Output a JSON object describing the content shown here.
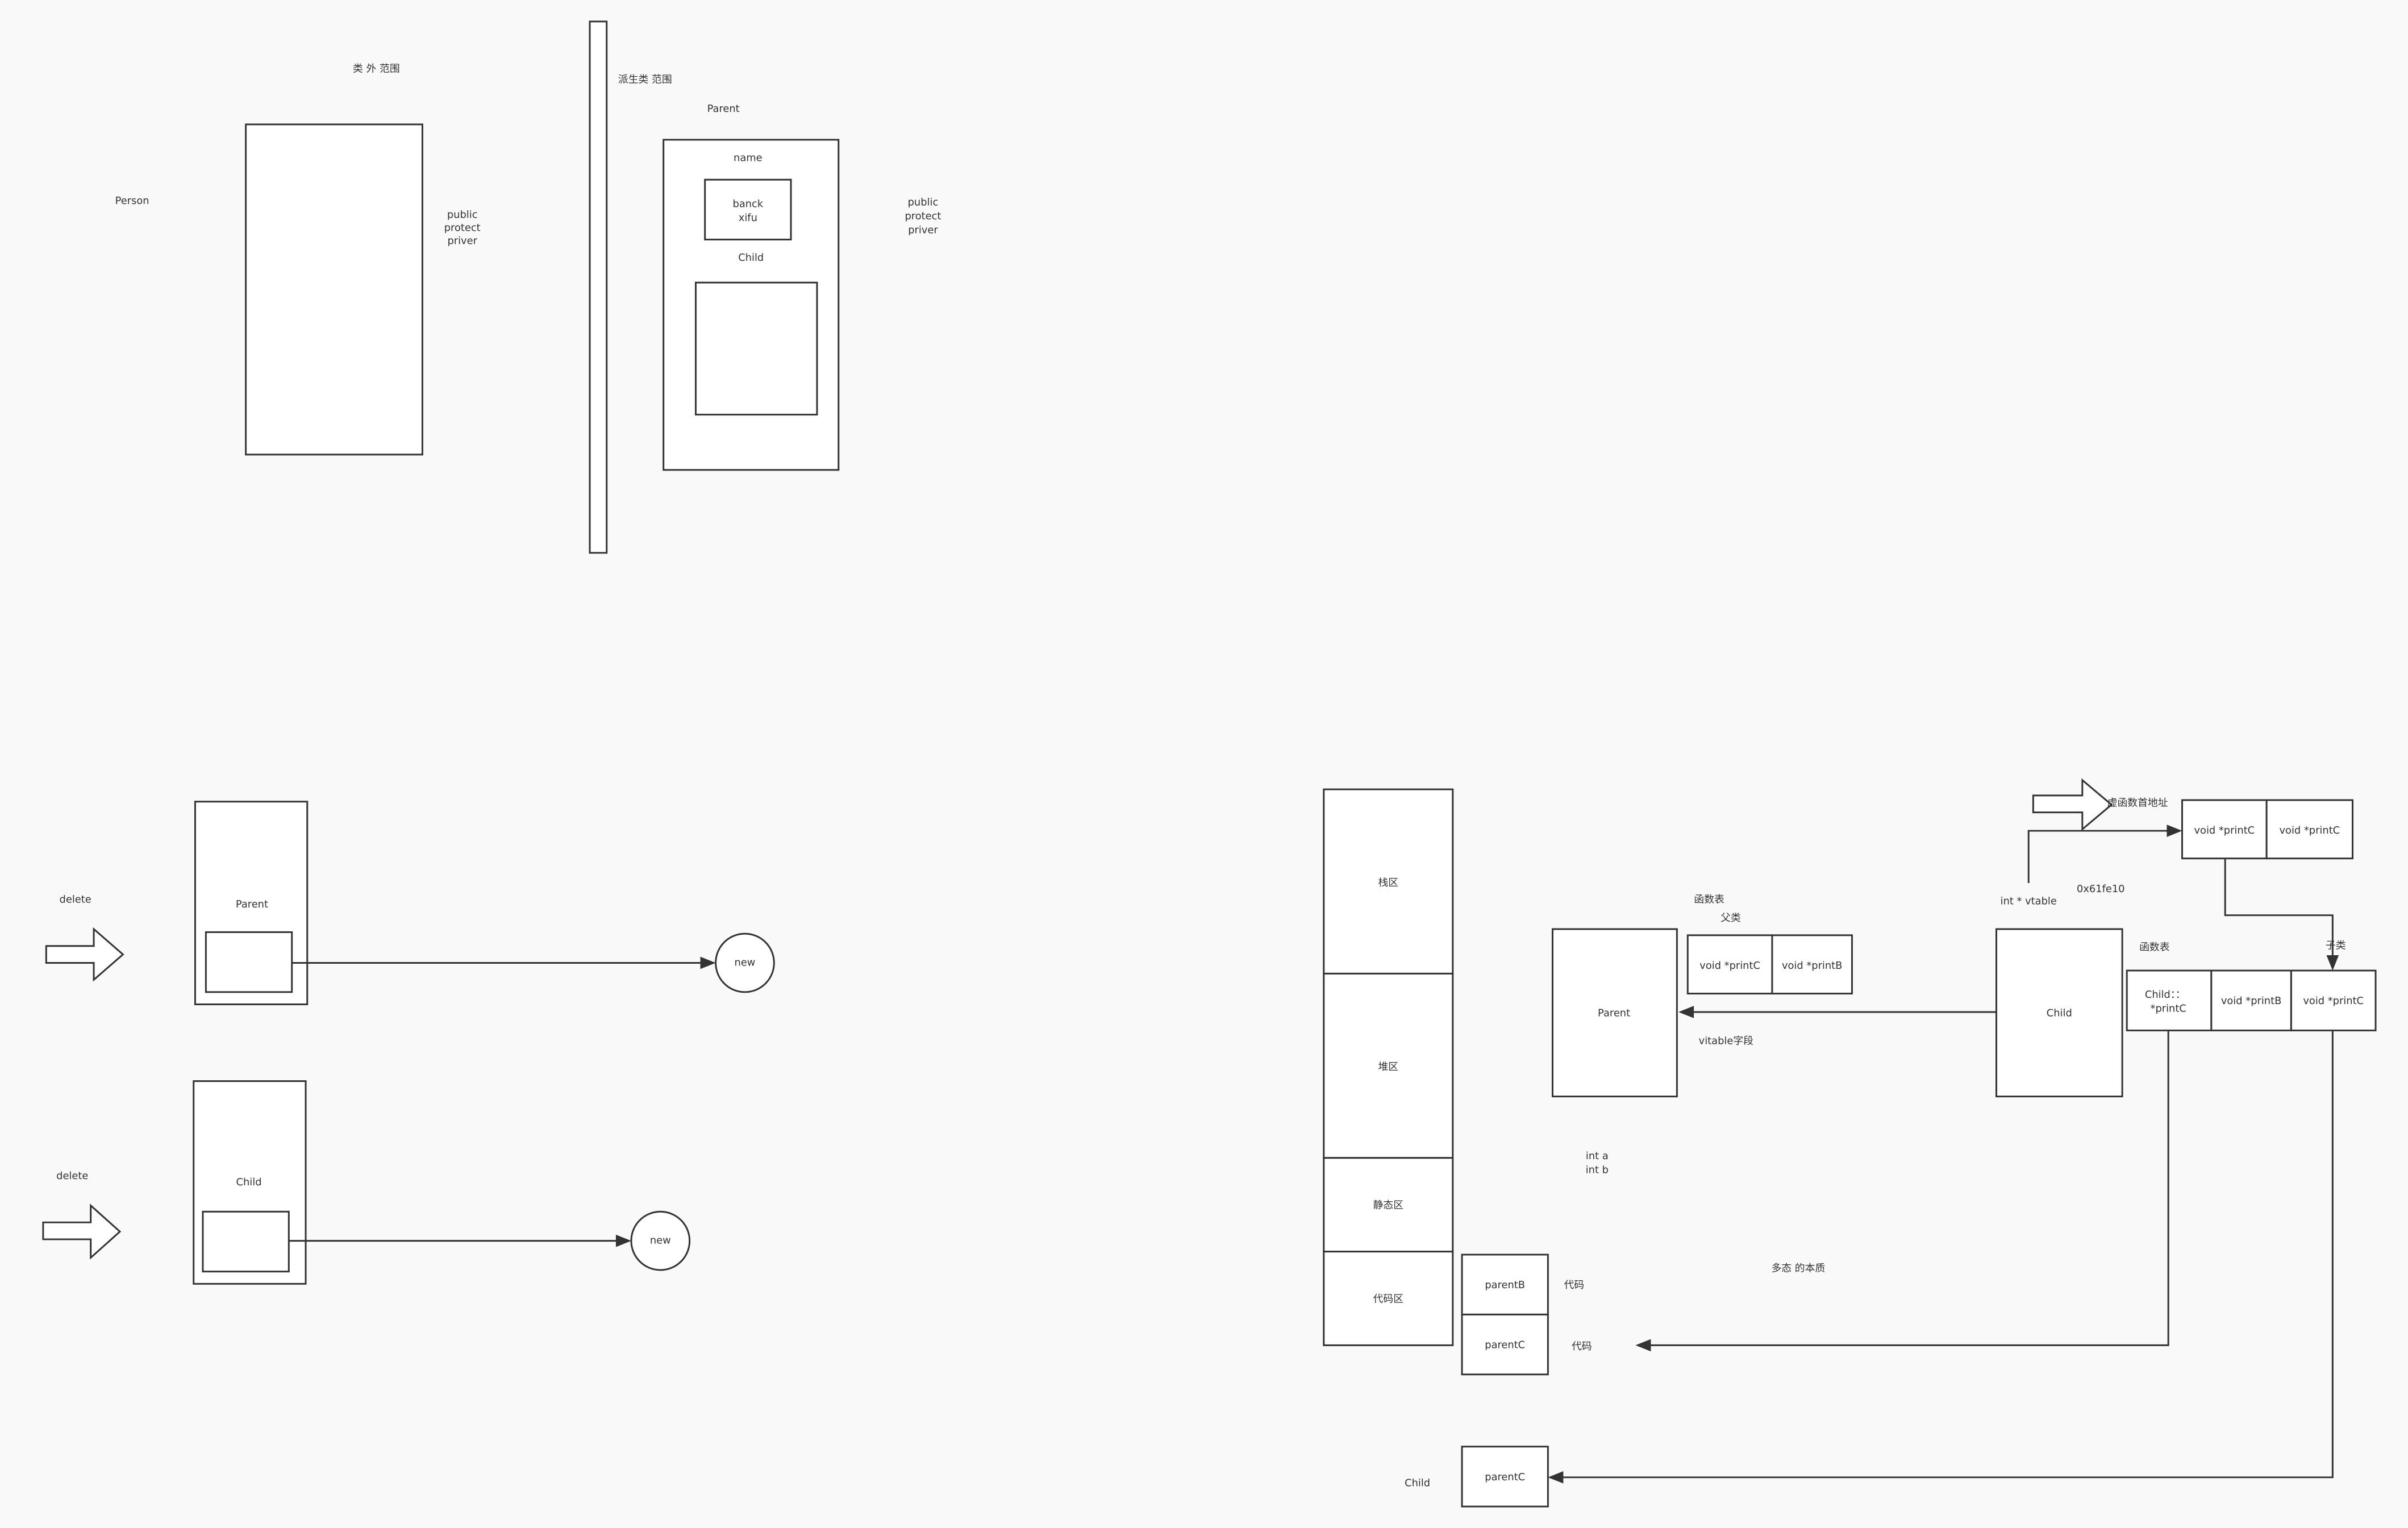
{
  "scope": {
    "outside_class": "类 外 范围",
    "person": "Person",
    "access_left": [
      "public",
      "protect",
      "priver"
    ],
    "derived_scope": "派生类 范围",
    "parent": "Parent",
    "name": "name",
    "inner": [
      "banck",
      "xifu"
    ],
    "child": "Child",
    "access_right": [
      "public",
      "protect",
      "priver"
    ]
  },
  "delete_demo": [
    {
      "delete": "delete",
      "class": "Parent",
      "new": "new"
    },
    {
      "delete": "delete",
      "class": "Child",
      "new": "new"
    }
  ],
  "memory": {
    "regions": [
      "栈区",
      "堆区",
      "静态区",
      "代码区"
    ],
    "code_boxes": [
      "parentB",
      "parentC"
    ],
    "code_labels": [
      "代码",
      "代码"
    ],
    "child_label": "Child",
    "child_box": "parentC"
  },
  "vtable": {
    "parent": "Parent",
    "func_table": "函数表",
    "parent_class": "父类",
    "parent_table": [
      "void *printC",
      "void *printB"
    ],
    "vtable_field": "vitable字段",
    "fields": [
      "int  a",
      "int  b"
    ],
    "essence": "多态 的本质",
    "child": "Child",
    "vtable_ptr": "int * vtable",
    "address": "0x61fe10",
    "first_addr": "虚函数首地址",
    "top_table": [
      "void *printC",
      "void *printC"
    ],
    "child_func_table": "函数表",
    "child_class": "子类",
    "child_table": [
      "Child：：",
      "*printC",
      "void *printB",
      "void *printC"
    ]
  }
}
